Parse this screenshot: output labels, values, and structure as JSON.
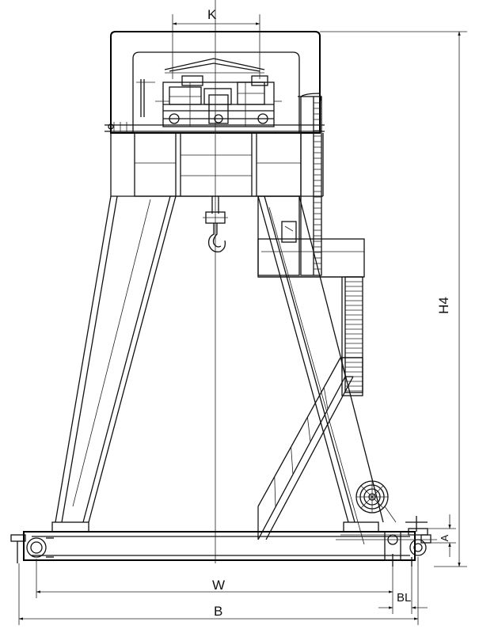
{
  "dimensions": {
    "K": "K",
    "H4": "H4",
    "W": "W",
    "B": "B",
    "BL": "BL",
    "A": "A"
  },
  "colors": {
    "line": "#111111",
    "background": "#ffffff"
  }
}
